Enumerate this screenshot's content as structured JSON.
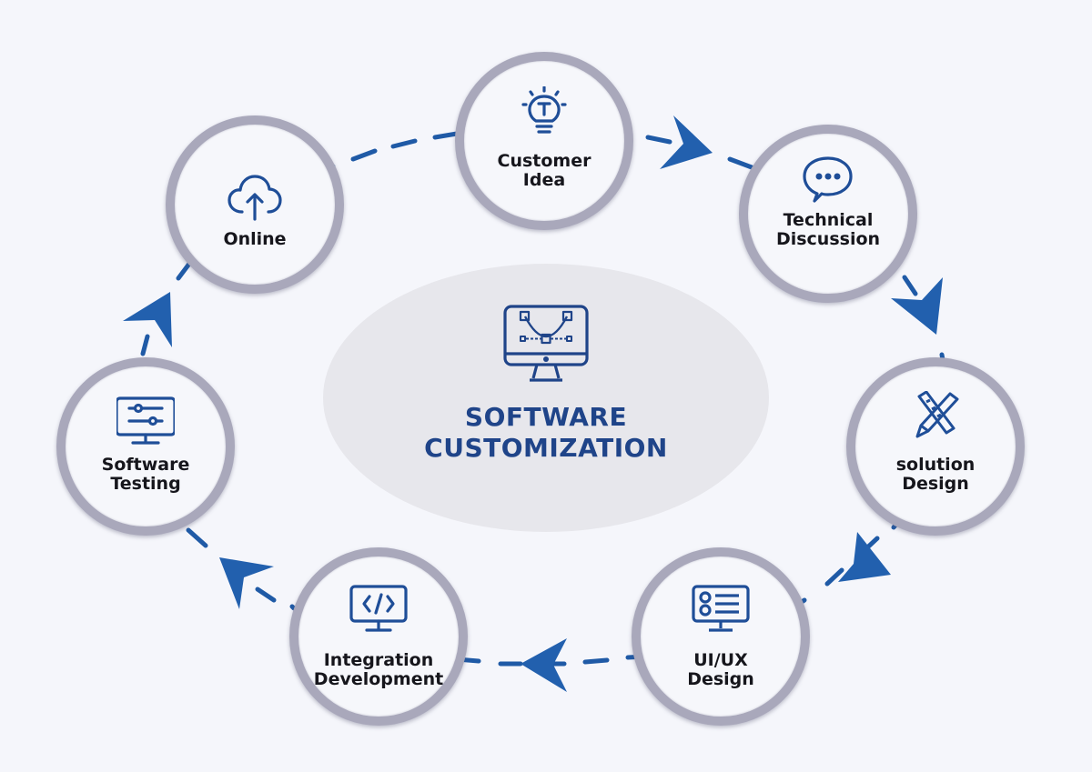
{
  "diagram": {
    "center": {
      "icon": "monitor-bezier-icon",
      "title_line1": "SOFTWARE",
      "title_line2": "CUSTOMIZATION"
    },
    "steps": [
      {
        "id": "customer-idea",
        "icon": "lightbulb-icon",
        "line1": "Customer",
        "line2": "Idea"
      },
      {
        "id": "technical-discussion",
        "icon": "chat-bubble-icon",
        "line1": "Technical",
        "line2": "Discussion"
      },
      {
        "id": "solution-design",
        "icon": "pencil-ruler-icon",
        "line1": "solution",
        "line2": "Design"
      },
      {
        "id": "uiux-design",
        "icon": "monitor-layout-icon",
        "line1": "UI/UX",
        "line2": "Design"
      },
      {
        "id": "integration-development",
        "icon": "monitor-code-icon",
        "line1": "Integration",
        "line2": "Development"
      },
      {
        "id": "software-testing",
        "icon": "monitor-sliders-icon",
        "line1": "Software",
        "line2": "Testing"
      },
      {
        "id": "online",
        "icon": "cloud-upload-icon",
        "line1": "Online",
        "line2": ""
      }
    ],
    "flow_direction": "clockwise",
    "colors": {
      "accent": "#1f4e98",
      "arrow": "#2260ae",
      "ring": "#a9a8bb",
      "title": "#1f4489",
      "label": "#16161c",
      "background": "#f5f6fb",
      "center_fill": "#e7e7ec"
    }
  }
}
